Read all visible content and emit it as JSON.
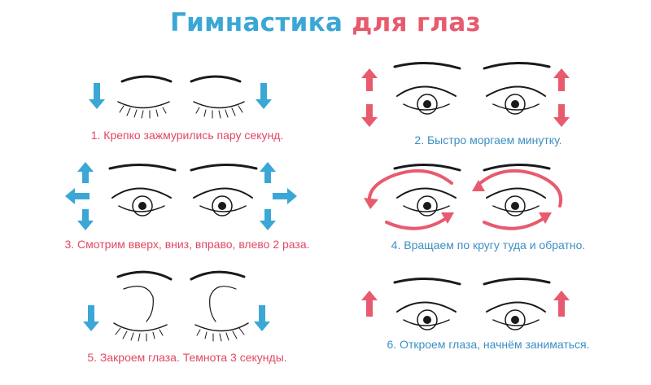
{
  "title": {
    "part1": "Гимнастика",
    "part2": "для глаз"
  },
  "colors": {
    "blue": "#3ba7d6",
    "pink": "#e85a6e",
    "ink": "#1a1a1a"
  },
  "exercises": [
    {
      "text": "1. Крепко зажмурились пару секунд.",
      "eyes": "closed",
      "arrows": "down",
      "arrow_color": "blue",
      "caption_color": "pink"
    },
    {
      "text": "2. Быстро моргаем минутку.",
      "eyes": "open",
      "arrows": "up-down",
      "arrow_color": "pink",
      "caption_color": "blue"
    },
    {
      "text": "3. Смотрим вверх, вниз, вправо, влево 2 раза.",
      "eyes": "open",
      "arrows": "cross",
      "arrow_color": "blue",
      "caption_color": "pink"
    },
    {
      "text": "4. Вращаем по кругу туда и обратно.",
      "eyes": "open",
      "arrows": "circular",
      "arrow_color": "pink",
      "caption_color": "blue"
    },
    {
      "text": "5. Закроем глаза. Темнота 3 секунды.",
      "eyes": "closed-relaxed",
      "arrows": "down",
      "arrow_color": "blue",
      "caption_color": "pink"
    },
    {
      "text": "6. Откроем глаза, начнём заниматься.",
      "eyes": "open",
      "arrows": "up",
      "arrow_color": "pink",
      "caption_color": "blue"
    }
  ]
}
